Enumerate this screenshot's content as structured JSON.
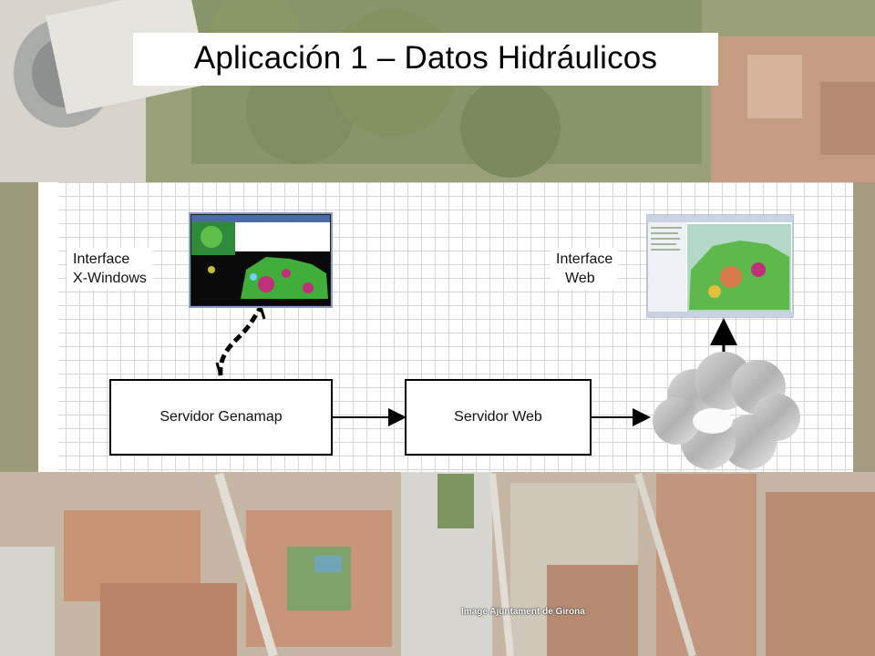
{
  "slide": {
    "title": "Aplicación 1 – Datos Hidráulicos",
    "credit": "Image Ajuntament de Girona"
  },
  "diagram": {
    "label_xwindows": [
      "Interface",
      "X-Windows"
    ],
    "label_web": [
      "Interface",
      "Web"
    ],
    "node_genamap": "Servidor Genamap",
    "node_web": "Servidor Web"
  },
  "colors": {
    "aerial_green": "#8a9a68",
    "aerial_roof": "#c79a7c",
    "grid_line": "#d7d7d7",
    "map_green": "#3fae3a",
    "map_magenta": "#c0307a"
  }
}
